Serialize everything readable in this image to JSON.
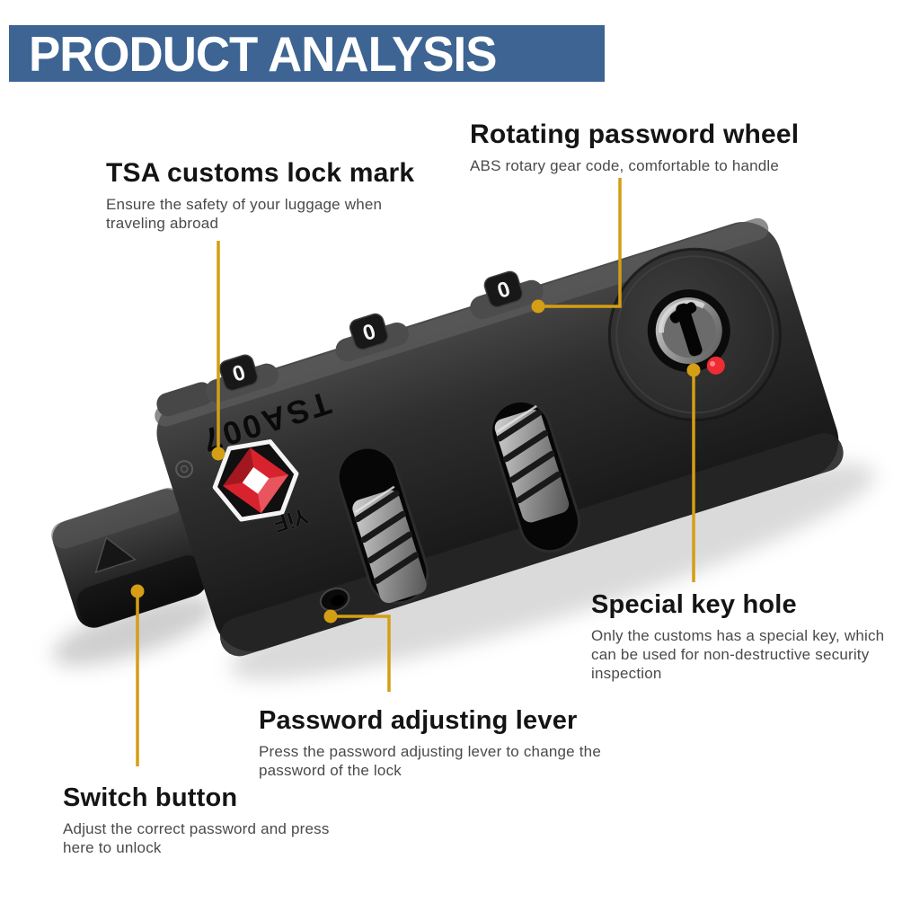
{
  "header": {
    "title": "PRODUCT ANALYSIS",
    "bg_color": "#3d6492",
    "text_color": "#ffffff"
  },
  "accent_color": "#d49e15",
  "product": {
    "model": "TSA007",
    "brand": "YiF",
    "wheel_digit": "0",
    "body_color": "#1c1c1c",
    "logo_red": "#d8232e",
    "indicator_red": "#ef2b33"
  },
  "annotations": [
    {
      "id": "tsa-mark",
      "title": "TSA customs lock mark",
      "description": "Ensure the safety of your luggage when traveling abroad"
    },
    {
      "id": "rotating-wheel",
      "title": "Rotating password wheel",
      "description": "ABS rotary gear code, comfortable to handle"
    },
    {
      "id": "special-key-hole",
      "title": "Special key hole",
      "description": "Only the customs has a special key, which can be used for non-destructive security inspection"
    },
    {
      "id": "password-adjusting-lever",
      "title": "Password adjusting lever",
      "description": "Press the password adjusting lever to change the password of the lock"
    },
    {
      "id": "switch-button",
      "title": "Switch button",
      "description": "Adjust the correct password and press here to unlock"
    }
  ]
}
